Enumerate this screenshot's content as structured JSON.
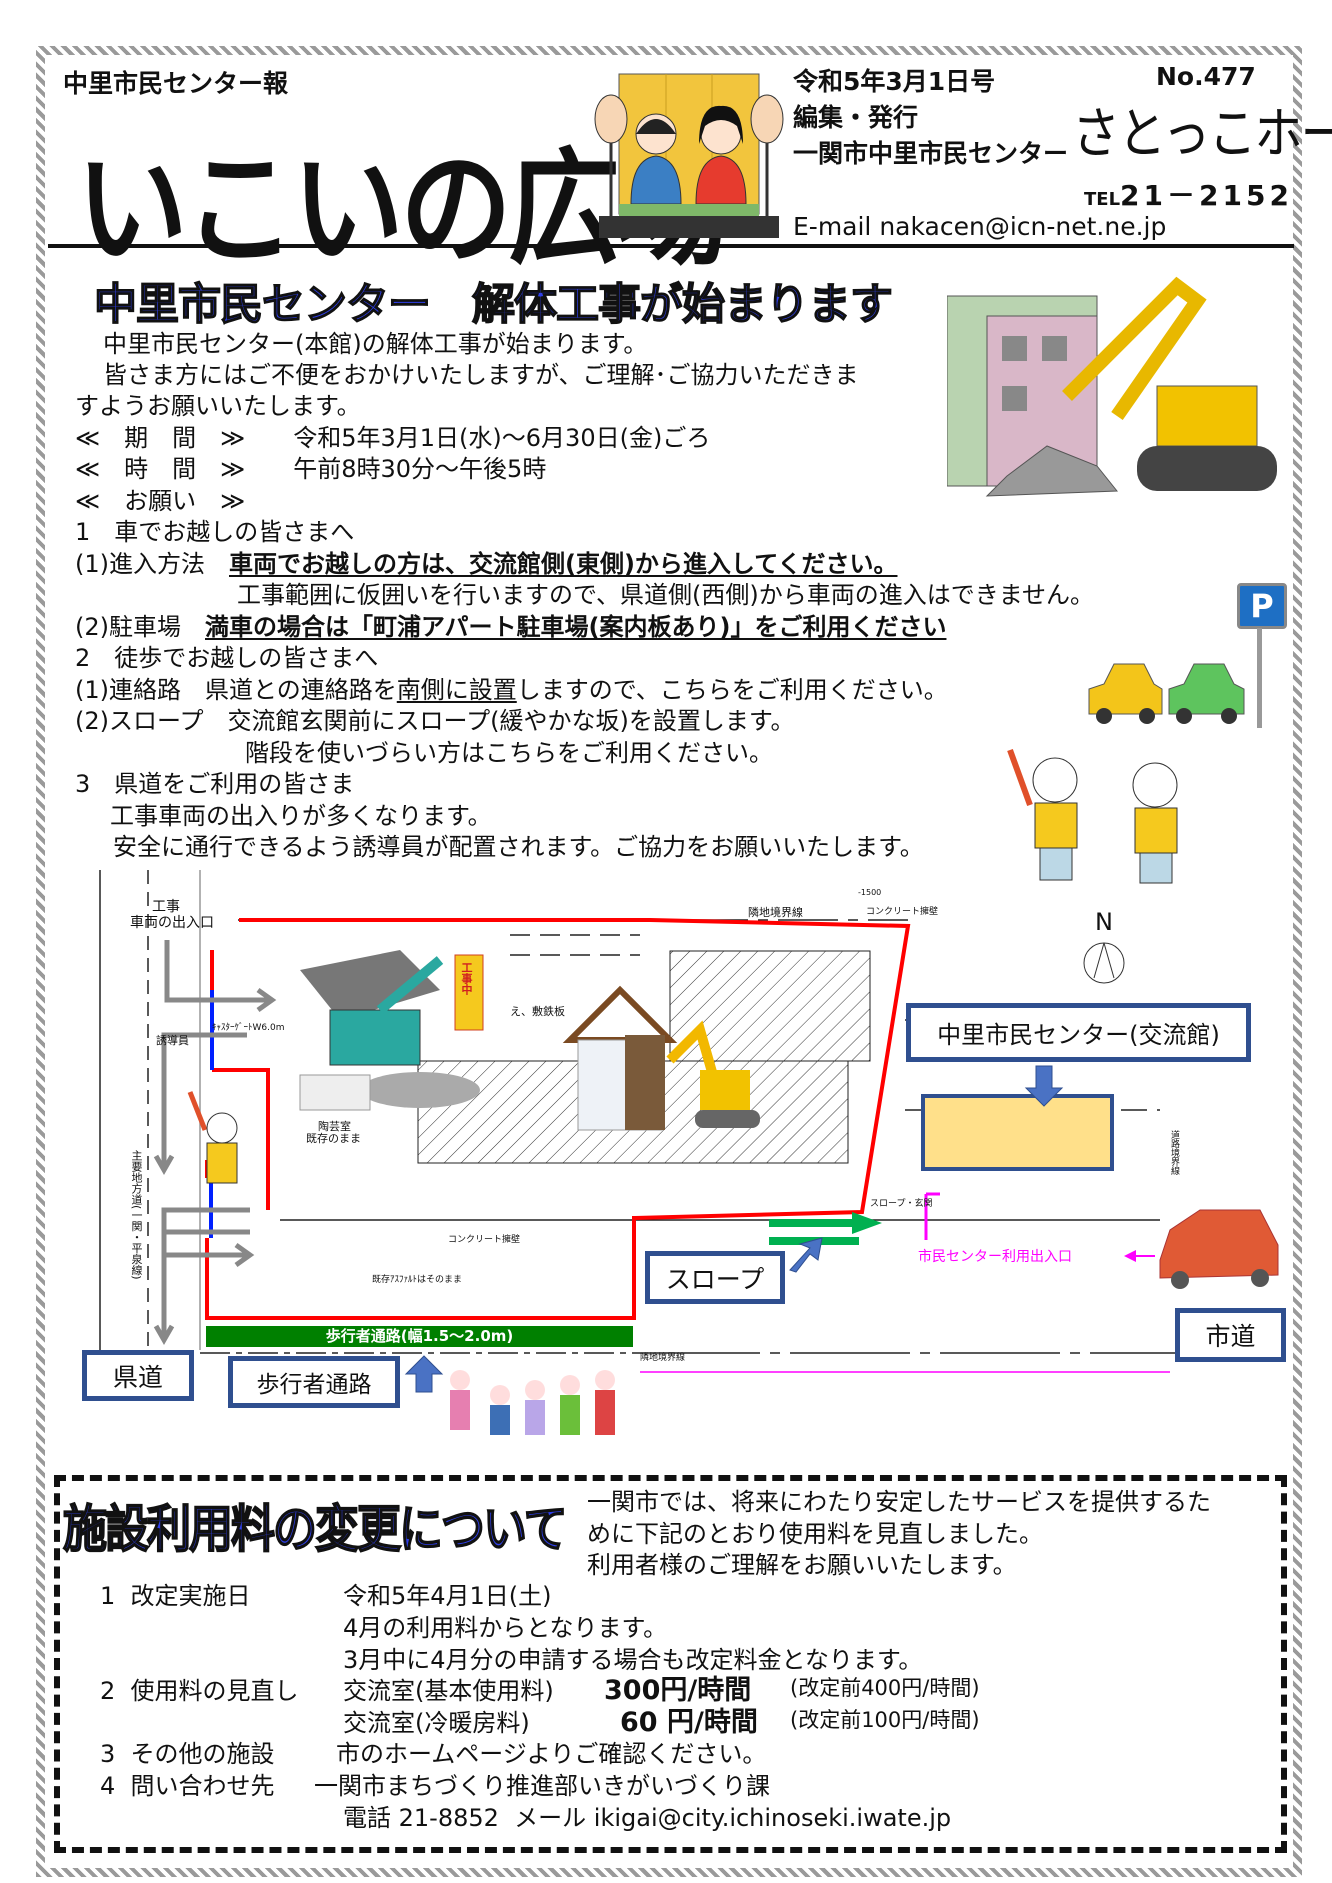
{
  "header": {
    "publication": "中里市民センター報",
    "title": "いこいの広場",
    "issue_date": "令和5年3月1日号",
    "issue_no": "No.477",
    "editor_label": "編集・発行",
    "publisher": "一関市中里市民センター",
    "brand": "さとっこホール",
    "tel_label": "TEL",
    "tel": "21－2152",
    "email": "E-mail nakacen@icn-net.ne.jp"
  },
  "article": {
    "headline": "中里市民センター　解体工事が始まります",
    "lines": [
      "中里市民センター(本館)の解体工事が始まります。",
      "皆さま方にはご不便をおかけいたしますが、ご理解･ご協力いただきま",
      "すようお願いいたします。",
      "≪　期　間　≫　　令和5年3月1日(水)～6月30日(金)ごろ",
      "≪　時　間　≫　　午前8時30分～午後5時",
      "≪　お願い　≫",
      "1　車でお越しの皆さまへ",
      "(1)進入方法　",
      "車両でお越しの方は、交流館側(東側)から進入してください。",
      "工事範囲に仮囲いを行いますので、県道側(西側)から車両の進入はできません。",
      "(2)駐車場　",
      "満車の場合は「町浦アパート駐車場(案内板あり)」をご利用ください",
      "2　徒歩でお越しの皆さまへ",
      "(1)連絡路　県道との連絡路を",
      "南側に設置",
      "しますので、こちらをご利用ください。",
      "(2)スロープ　交流館玄関前にスロープ(緩やかな坂)を設置します。",
      "階段を使いづらい方はこちらをご利用ください。",
      "3　県道をご利用の皆さま",
      "工事車両の出入りが多くなります。",
      "安全に通行できるよう誘導員が配置されます。ご協力をお願いいたします。"
    ],
    "parking_sign": "P"
  },
  "map": {
    "vehicle_entrance": [
      "工事",
      "車両の出入口"
    ],
    "neighbor_boundary": "隣地境界線",
    "concrete_wall": "コンクリート擁壁",
    "dim": "-1500",
    "caster_gate": "ｷｬｽﾀｰｹﾞｰﾄW6.0m",
    "guide": "誘導員",
    "pottery_room": [
      "陶芸室",
      "既存のまま"
    ],
    "steel_plate": "え、敷鉄板",
    "main_road": "主要地方道(一関・平泉線)",
    "concrete_wall2": "コンクリート擁壁",
    "asphalt": "既存ｱｽﾌｧﾙﾄはそのまま",
    "slope_entrance": "スロープ・玄関",
    "road_boundary": "道路境界線",
    "north": "N",
    "center_label": "中里市民センター(交流館)",
    "slope_label": "スロープ",
    "pedestrian_bar": "歩行者通路(幅1.5～2.0m)",
    "prefectural_road": "県道",
    "pedestrian_label": "歩行者通路",
    "center_entrance": "市民センター利用出入口",
    "city_road": "市道",
    "neighbor_boundary2": "隣地境界線",
    "sign_text": "工事中"
  },
  "fees": {
    "headline": "施設利用料の変更について",
    "intro": [
      "一関市では、将来にわたり安定したサービスを提供するた",
      "めに下記のとおり使用料を見直しました。",
      "利用者様のご理解をお願いいたします。"
    ],
    "items": [
      {
        "label": "1  改定実施日",
        "lines": [
          "令和5年4月1日(土)",
          "4月の利用料からとなります。",
          "3月中に4月分の申請する場合も改定料金となります。"
        ]
      },
      {
        "label": "2  使用料の見直し",
        "rows": [
          {
            "room": "交流室(基本使用料)",
            "price": "300円/時間",
            "before": "(改定前400円/時間)"
          },
          {
            "room": "交流室(冷暖房料)",
            "price": "60 円/時間",
            "before": "(改定前100円/時間)"
          }
        ]
      },
      {
        "label": "3  その他の施設",
        "text": "市のホームページよりご確認ください。"
      },
      {
        "label": "4  問い合わせ先",
        "text": "一関市まちづくり推進部いきがいづくり課",
        "contact": "電話 21-8852  メール ikigai@city.ichinoseki.iwate.jp"
      }
    ]
  },
  "colors": {
    "accent_blue": "#2f3fe8",
    "box_border": "#2f4f8f",
    "red_line": "#ff0000",
    "green": "#008000",
    "magenta": "#ff00ff"
  }
}
